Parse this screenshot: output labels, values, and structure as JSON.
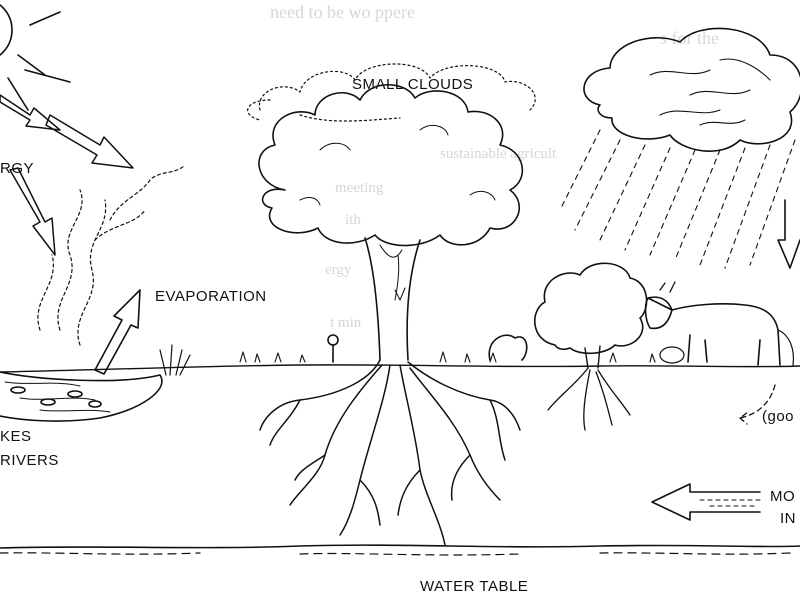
{
  "labels": {
    "energy": "RGY",
    "evaporation": "EVAPORATION",
    "small_clouds": "SMALL CLOUDS",
    "lakes": "KES",
    "rivers": "RIVERS",
    "water_table": "WATER TABLE",
    "good": "(goo",
    "more": "MO",
    "in": "IN"
  },
  "bleed_through": [
    "need to be wo ppere",
    "s for the",
    "sustainable agricult",
    "meeting",
    "ith",
    "ergy",
    "t min"
  ]
}
